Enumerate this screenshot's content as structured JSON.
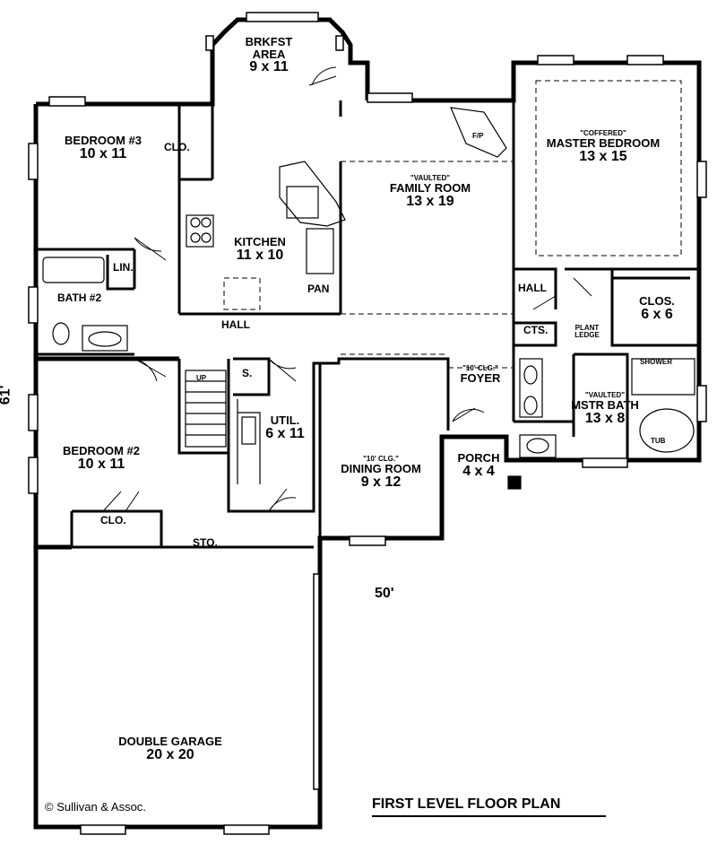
{
  "title": "FIRST LEVEL FLOOR PLAN",
  "copyright": "© Sullivan & Assoc.",
  "dimensions": {
    "width": "50'",
    "depth": "61'"
  },
  "rooms": {
    "brkfst": {
      "name": "BRKFST AREA",
      "dims": "9 x 11"
    },
    "bedroom3": {
      "name": "BEDROOM #3",
      "dims": "10 x 11"
    },
    "clo_bed3": {
      "name": "CLO."
    },
    "fp": {
      "name": "F/P"
    },
    "family": {
      "note": "\"VAULTED\"",
      "name": "FAMILY ROOM",
      "dims": "13 x 19"
    },
    "master": {
      "note": "\"COFFERED\"",
      "name": "MASTER BEDROOM",
      "dims": "13 x 15"
    },
    "kitchen": {
      "name": "KITCHEN",
      "dims": "11 x 10"
    },
    "lin": {
      "name": "LIN."
    },
    "bath2": {
      "name": "BATH #2"
    },
    "pan": {
      "name": "PAN"
    },
    "hall_right": {
      "name": "HALL"
    },
    "clos": {
      "name": "CLOS.",
      "dims": "6 x 6"
    },
    "hall": {
      "name": "HALL"
    },
    "cts": {
      "name": "CTS."
    },
    "plant": {
      "name": "PLANT LEDGE"
    },
    "shower": {
      "name": "SHOWER"
    },
    "s": {
      "name": "S."
    },
    "up": {
      "name": "UP"
    },
    "foyer": {
      "note": "\"10' CLG.\"",
      "name": "FOYER"
    },
    "mstr_bath": {
      "note": "\"VAULTED\"",
      "name": "MSTR BATH",
      "dims": "13 x 8"
    },
    "util": {
      "name": "UTIL.",
      "dims": "6 x 11"
    },
    "dining": {
      "note": "\"10' CLG.\"",
      "name": "DINING ROOM",
      "dims": "9 x 12"
    },
    "bedroom2": {
      "name": "BEDROOM #2",
      "dims": "10 x 11"
    },
    "porch": {
      "name": "PORCH",
      "dims": "4 x 4"
    },
    "tub": {
      "name": "TUB"
    },
    "clo_bed2": {
      "name": "CLO."
    },
    "sto": {
      "name": "STO."
    },
    "garage": {
      "name": "DOUBLE GARAGE",
      "dims": "20 x 20"
    }
  }
}
